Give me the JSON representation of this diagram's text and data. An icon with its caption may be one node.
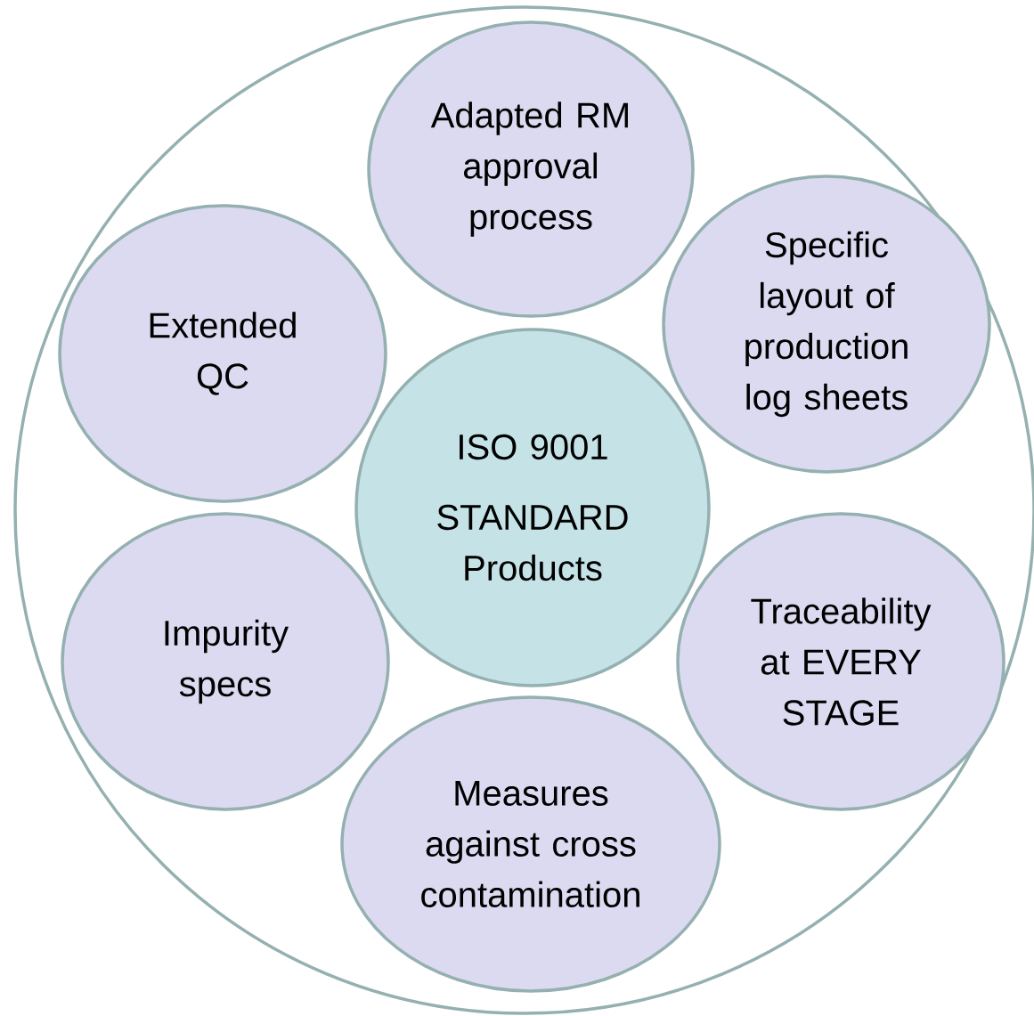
{
  "diagram": {
    "nodes": [
      {
        "text": [],
        "shape": "circle"
      },
      {
        "text": [
          "Adapted RM approval process"
        ],
        "in": 0
      },
      {
        "text": [
          "Extended QC"
        ],
        "in": 0
      },
      {
        "text": [
          "Specific layout of production log sheets"
        ],
        "in": 0
      },
      {
        "text": [
          "ISO 9001",
          "STANDARD Products"
        ],
        "in": 0
      },
      {
        "text": [
          "Impurity specs"
        ],
        "in": 0
      },
      {
        "text": [
          "Traceability at EVERY STAGE"
        ],
        "in": 0
      },
      {
        "text": [
          "Measures against cross contamination"
        ],
        "in": 0
      }
    ]
  }
}
